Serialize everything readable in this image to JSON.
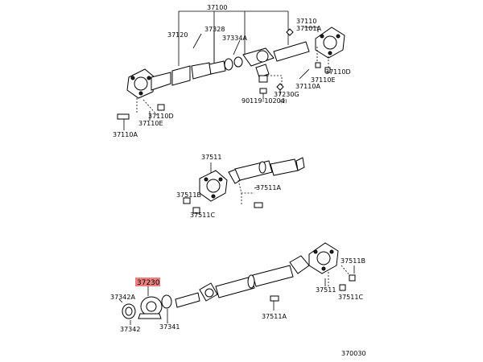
{
  "diagram": {
    "catalog_number": "370030",
    "highlighted_part": "37230",
    "colors": {
      "highlight": "#f08080",
      "line": "#000000",
      "background": "#ffffff"
    },
    "labels": {
      "p37100": "37100",
      "p37328": "37328",
      "p37110_top": "37110",
      "p37101A": "37101A",
      "p37120": "37120",
      "p37334A": "37334A",
      "p37110E_top": "37110E",
      "p37110D_top": "37110D",
      "p37110A_top": "37110A",
      "p37230G": "37230G",
      "p90119": "90119-10204",
      "p90119_qty": "(2)",
      "p37110D_left": "37110D",
      "p37110E_left": "37110E",
      "p37110A_left": "37110A",
      "p37511_mid": "37511",
      "p37511B_mid": "37511B",
      "p37511A_mid": "37511A",
      "p37511C_mid": "37511C",
      "p37230": "37230",
      "p37342A": "37342A",
      "p37342": "37342",
      "p37341": "37341",
      "p37511A_bot": "37511A",
      "p37511B_bot": "37511B",
      "p37511_bot": "37511",
      "p37511C_bot": "37511C"
    }
  }
}
